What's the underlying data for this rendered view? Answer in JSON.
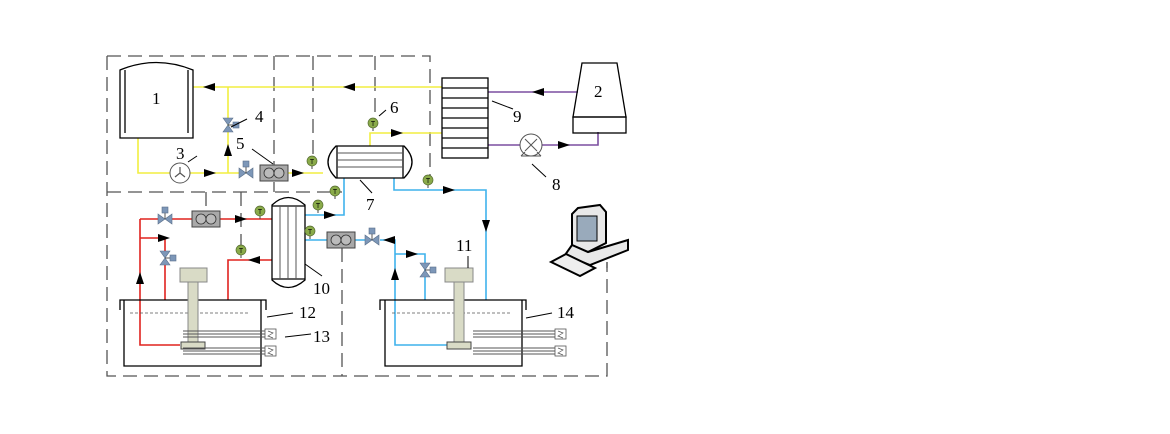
{
  "labels": {
    "l1": "1",
    "l2": "2",
    "l3": "3",
    "l4": "4",
    "l5": "5",
    "l6": "6",
    "l7": "7",
    "l8": "8",
    "l9": "9",
    "l10": "10",
    "l11": "11",
    "l12": "12",
    "l13": "13",
    "l14": "14"
  },
  "sensor_glyph": "T",
  "colors": {
    "refrigerant": "#f2ee40",
    "cooling_water": "#7b4fa0",
    "cold_loop": "#3fb2ec",
    "hot_loop": "#e0231f",
    "sensor": "#8aab4a",
    "valve": "#7d97b8"
  }
}
